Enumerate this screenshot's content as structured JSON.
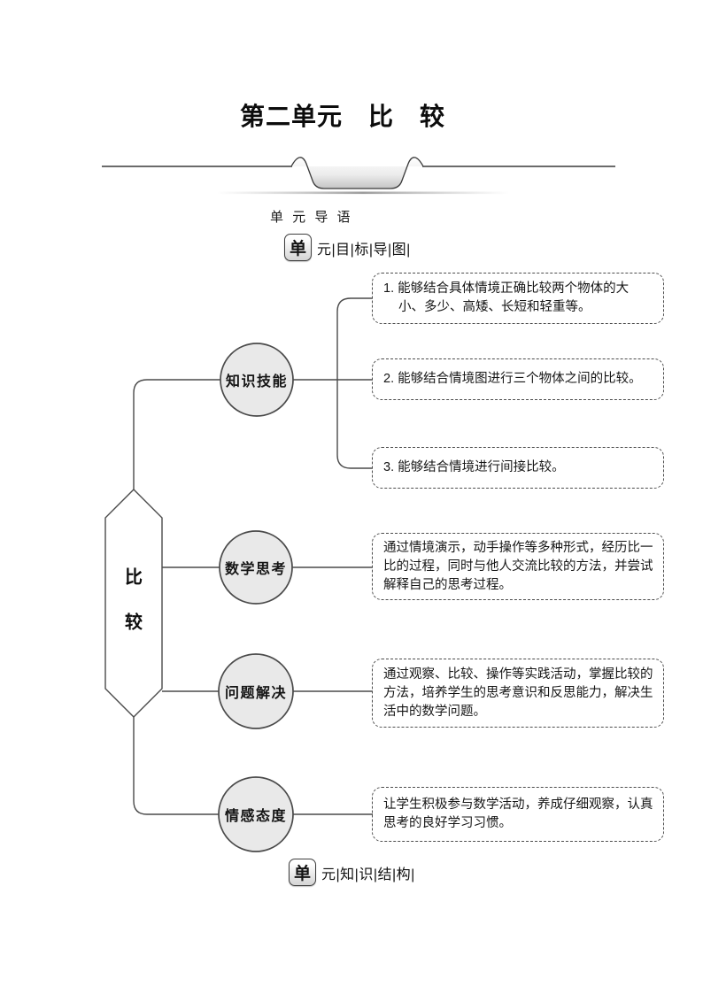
{
  "page": {
    "title": "第二单元　比　较",
    "intro_label": "单 元 导 语",
    "top_banner": {
      "badge": "单",
      "label": "元|目|标|导|图|"
    },
    "bottom_banner": {
      "badge": "单",
      "label": "元|知|识|结|构|"
    }
  },
  "diagram": {
    "root": {
      "char1": "比",
      "char2": "较"
    },
    "branches": [
      {
        "label": "知识技能",
        "items": [
          "1. 能够结合具体情境正确比较两个物体的大小、多少、高矮、长短和轻重等。",
          "2. 能够结合情境图进行三个物体之间的比较。",
          "3. 能够结合情境进行间接比较。"
        ]
      },
      {
        "label": "数学思考",
        "items": [
          "通过情境演示，动手操作等多种形式，经历比一比的过程，同时与他人交流比较的方法，并尝试解释自己的思考过程。"
        ]
      },
      {
        "label": "问题解决",
        "items": [
          "通过观察、比较、操作等实践活动，掌握比较的方法，培养学生的思考意识和反思能力，解决生活中的数学问题。"
        ]
      },
      {
        "label": "情感态度",
        "items": [
          "让学生积极参与数学活动，养成仔细观察，认真思考的良好学习习惯。"
        ]
      }
    ],
    "colors": {
      "node_fill": "#e9e9e9",
      "root_fill": "#ffffff",
      "line": "#4a4a4a"
    }
  }
}
